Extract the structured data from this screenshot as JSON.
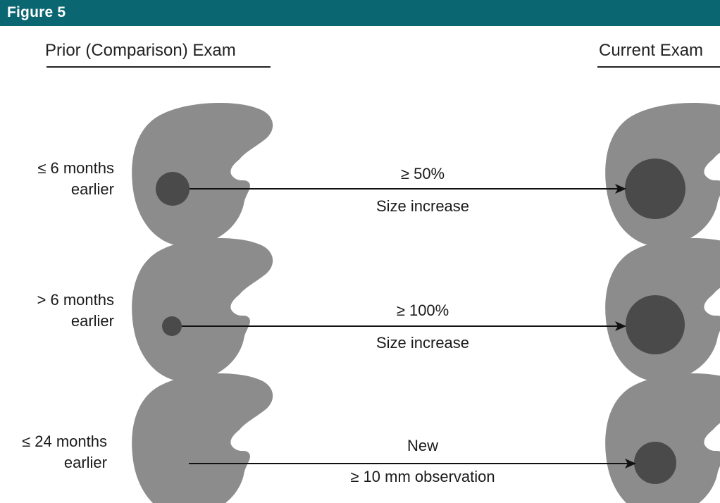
{
  "figure_label": "Figure 5",
  "columns": {
    "prior": "Prior (Comparison) Exam",
    "current": "Current Exam"
  },
  "rows": [
    {
      "time_line1": "≤ 6 months",
      "time_line2": "earlier",
      "change_top": "≥ 50%",
      "change_bottom": "Size increase"
    },
    {
      "time_line1": "> 6 months",
      "time_line2": "earlier",
      "change_top": "≥ 100%",
      "change_bottom": "Size increase"
    },
    {
      "time_line1": "≤ 24 months",
      "time_line2": "earlier",
      "change_top": "New",
      "change_bottom": "≥ 10 mm observation"
    }
  ],
  "colors": {
    "header": "#0a6670",
    "organ": "#8c8c8c",
    "lesion": "#4a4a4a",
    "arrow": "#111111"
  }
}
